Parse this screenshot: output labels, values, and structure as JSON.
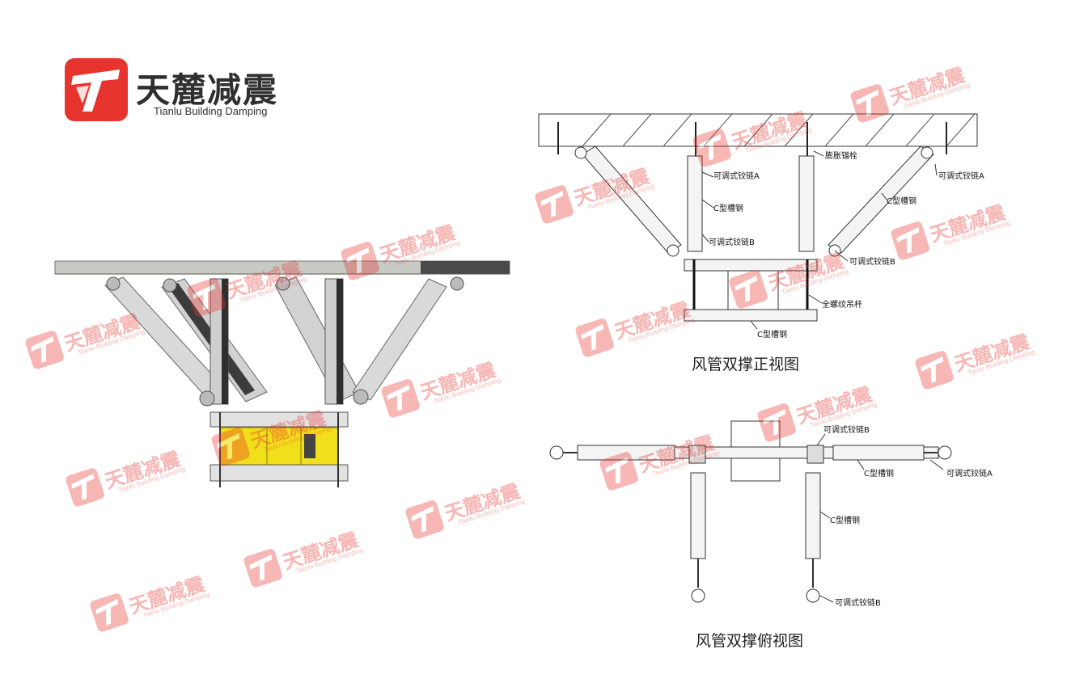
{
  "brand": {
    "name": "天麓减震",
    "subtitle": "Tianlu Building Damping",
    "color": "#e8342f"
  },
  "front_view": {
    "caption": "风管双撑正视图",
    "labels": {
      "expansion_bolt": "膨胀锚栓",
      "hinge_a_left": "可调式铰链A",
      "hinge_a_right": "可调式铰链A",
      "c_channel_left": "C型槽钢",
      "c_channel_right": "C型槽钢",
      "hinge_b_left": "可调式铰链B",
      "hinge_b_right": "可调式铰链B",
      "threaded_rod": "全螺纹吊杆",
      "c_channel_bottom": "C型槽钢"
    }
  },
  "top_view": {
    "caption": "风管双撑俯视图",
    "labels": {
      "hinge_b_top": "可调式铰链B",
      "c_channel_right": "C型槽钢",
      "hinge_a_right": "可调式铰链A",
      "c_channel_vertical": "C型槽钢",
      "hinge_b_bottom": "可调式铰链B"
    }
  }
}
